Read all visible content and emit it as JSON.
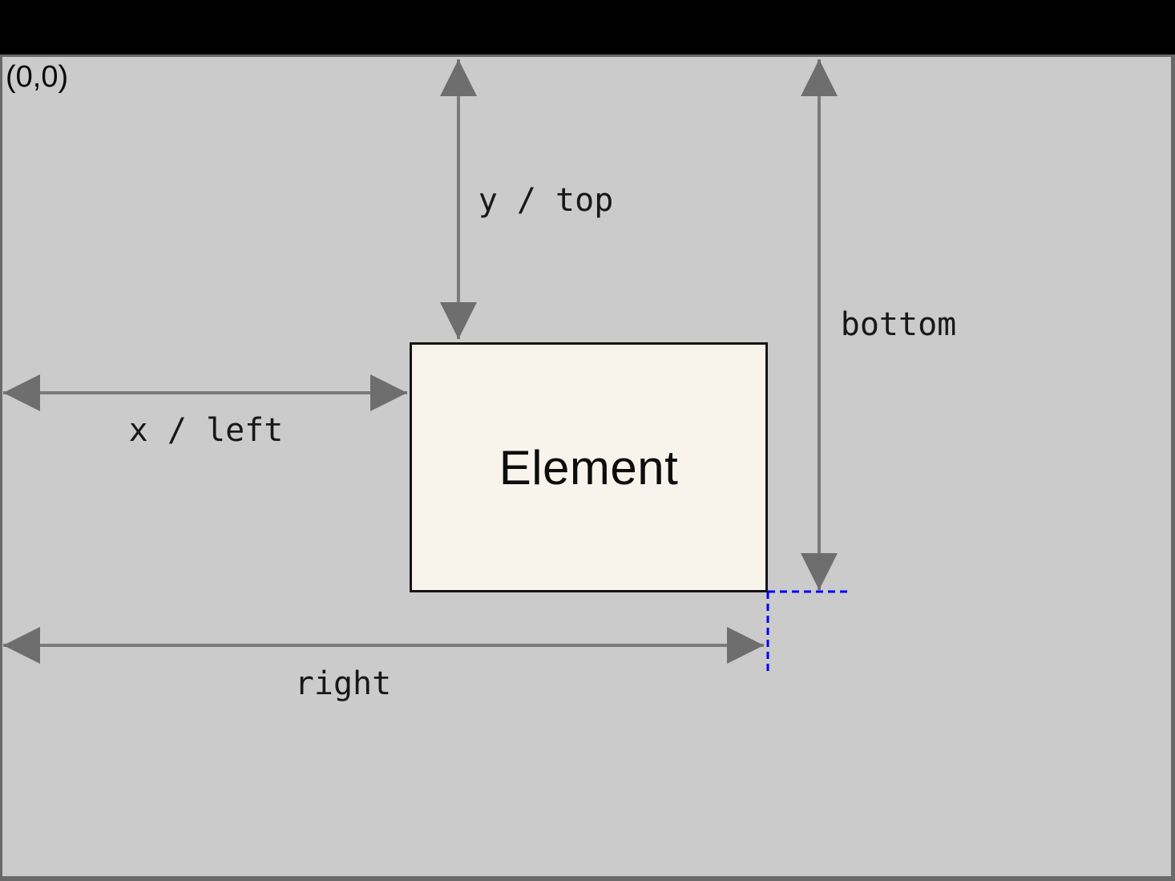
{
  "canvas": {
    "origin_label": "(0,0)",
    "top_bar_color": "#000000",
    "background_color": "#cbcbcb",
    "frame_color": "#696969"
  },
  "element_box": {
    "label": "Element",
    "background_color": "#f8f4ec",
    "border_color": "#141414"
  },
  "arrows": {
    "shaft_color": "#7b7b7b",
    "head_color": "#6e6e6e",
    "labels": {
      "y_top": "y / top",
      "x_left": "x / left",
      "bottom": "bottom",
      "right": "right"
    }
  },
  "guides": {
    "color": "#0000ff",
    "style": "dashed"
  }
}
